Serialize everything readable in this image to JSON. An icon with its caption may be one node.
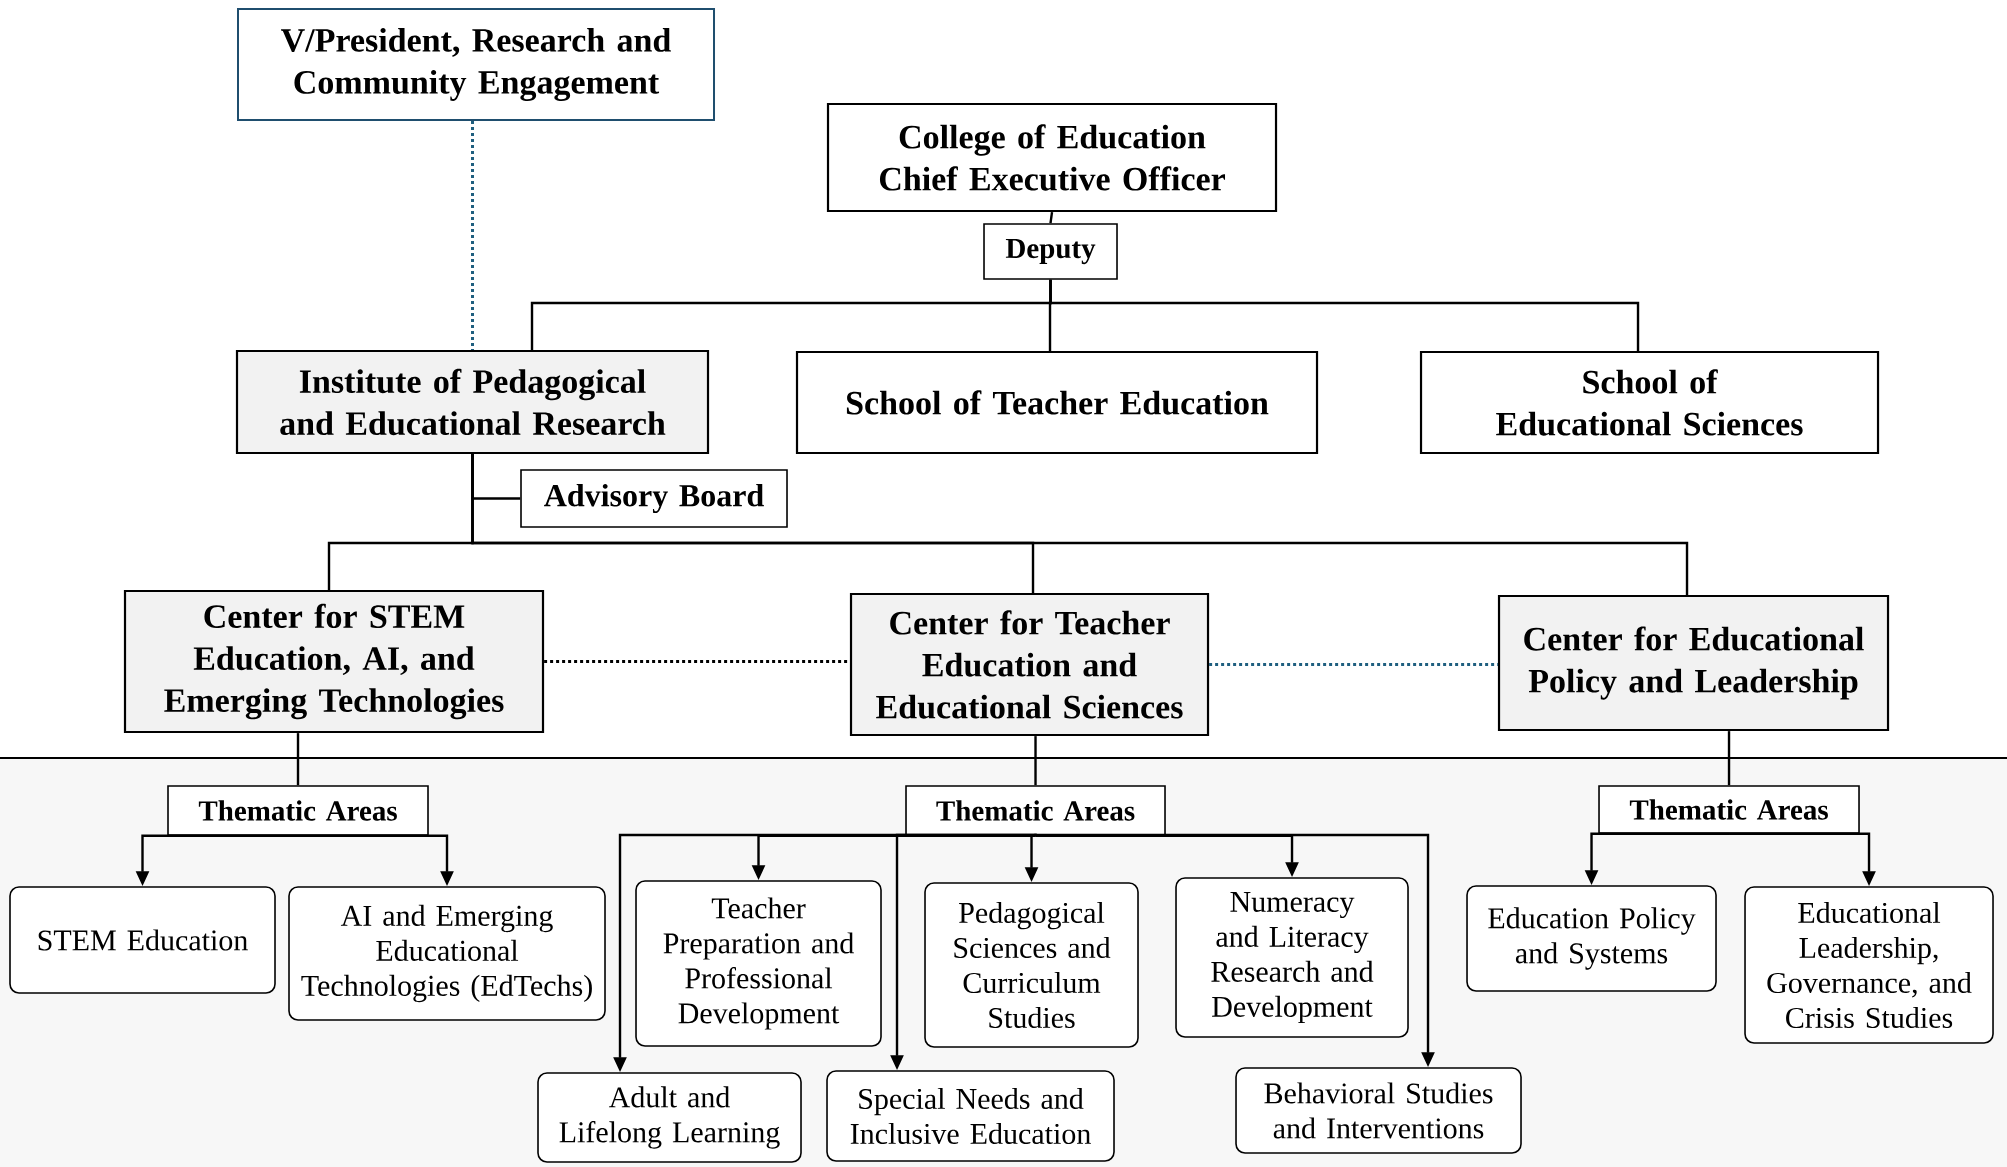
{
  "diagram": {
    "nodes": [
      {
        "text": [
          "V/President, Research and Community Engagement"
        ]
      },
      {
        "text": [
          "College of Education Chief Executive Officer"
        ]
      },
      {
        "text": [
          "Deputy"
        ]
      },
      {
        "text": [
          "Institute of Pedagogical and Educational Research"
        ]
      },
      {
        "text": [
          "School of Teacher Education"
        ]
      },
      {
        "text": [
          "School of Educational Sciences"
        ]
      },
      {
        "text": [
          "Advisory Board"
        ]
      },
      {
        "text": [
          "Center for STEM Education, AI, and Emerging Technologies"
        ]
      },
      {
        "text": [
          "Center for Teacher Education and Educational Sciences"
        ]
      },
      {
        "text": [
          "Center for Educational Policy and Leadership"
        ]
      },
      {
        "text": [
          "Thematic Areas"
        ]
      },
      {
        "text": [
          "STEM Education"
        ]
      },
      {
        "text": [
          "AI and Emerging Educational Technologies (EdTechs)"
        ]
      },
      {
        "text": [
          "Thematic Areas"
        ]
      },
      {
        "text": [
          "Teacher Preparation and Professional Development"
        ]
      },
      {
        "text": [
          "Pedagogical Sciences and Curriculum Studies"
        ]
      },
      {
        "text": [
          "Numeracy and Literacy Research and Development"
        ]
      },
      {
        "text": [
          "Adult and Lifelong Learning"
        ]
      },
      {
        "text": [
          "Special Needs and Inclusive Education"
        ]
      },
      {
        "text": [
          "Behavioral Studies and Interventions"
        ]
      },
      {
        "text": [
          "Thematic Areas"
        ]
      },
      {
        "text": [
          "Education Policy and Systems"
        ]
      },
      {
        "text": [
          "Educational Leadership, Governance, and Crisis Studies"
        ]
      }
    ],
    "edges": [
      {
        "from": 0,
        "to": 3,
        "arrow": "none",
        "style": "dashed",
        "color": "#1f5f7f"
      },
      {
        "from": 1,
        "to": 2,
        "arrow": "none"
      },
      {
        "from": 2,
        "to": 3,
        "arrow": "none"
      },
      {
        "from": 2,
        "to": 4,
        "arrow": "none"
      },
      {
        "from": 2,
        "to": 5,
        "arrow": "none"
      },
      {
        "from": 3,
        "to": 6,
        "arrow": "none"
      },
      {
        "from": 3,
        "to": 7,
        "arrow": "none"
      },
      {
        "from": 3,
        "to": 8,
        "arrow": "none"
      },
      {
        "from": 3,
        "to": 9,
        "arrow": "none"
      },
      {
        "from": 7,
        "to": 8,
        "arrow": "none",
        "style": "dashed"
      },
      {
        "from": 8,
        "to": 9,
        "arrow": "none",
        "style": "dashed",
        "color": "#1f5f7f"
      },
      {
        "from": 7,
        "to": 10,
        "arrow": "none"
      },
      {
        "from": 8,
        "to": 13,
        "arrow": "none"
      },
      {
        "from": 9,
        "to": 20,
        "arrow": "none"
      },
      {
        "from": 10,
        "to": 11,
        "arrow": "to"
      },
      {
        "from": 10,
        "to": 12,
        "arrow": "to"
      },
      {
        "from": 13,
        "to": 17,
        "arrow": "to"
      },
      {
        "from": 13,
        "to": 14,
        "arrow": "to"
      },
      {
        "from": 13,
        "to": 18,
        "arrow": "to"
      },
      {
        "from": 13,
        "to": 15,
        "arrow": "to"
      },
      {
        "from": 13,
        "to": 16,
        "arrow": "to"
      },
      {
        "from": 13,
        "to": 19,
        "arrow": "to"
      },
      {
        "from": 20,
        "to": 21,
        "arrow": "to"
      },
      {
        "from": 20,
        "to": 22,
        "arrow": "to"
      }
    ]
  }
}
